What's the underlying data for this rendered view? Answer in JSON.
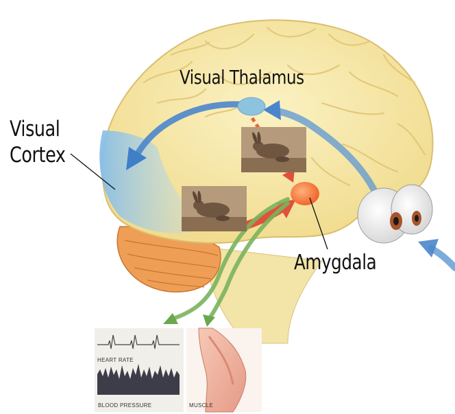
{
  "labels": {
    "thalamus": "Visual Thalamus",
    "cortex_line1": "Visual",
    "cortex_line2": "Cortex",
    "amygdala": "Amygdala",
    "heart_rate": "HEART RATE",
    "blood_pressure": "BLOOD PRESSURE",
    "muscle": "MUSCLE"
  },
  "colors": {
    "brain": "#f7e9a8",
    "cortex_blue": "#a9d4f0",
    "arrow_blue": "#3f7fc7",
    "arrow_red": "#e0503a",
    "arrow_green": "#78b05a",
    "amygdala": "#f47a3c",
    "thalamus": "#8ec3df",
    "cerebellum": "#e89a52"
  },
  "icons": [
    "brain",
    "eyes",
    "rabbit-photo",
    "rabbit-photo",
    "heart-rate-trace",
    "blood-pressure-trace",
    "leg-muscle"
  ]
}
